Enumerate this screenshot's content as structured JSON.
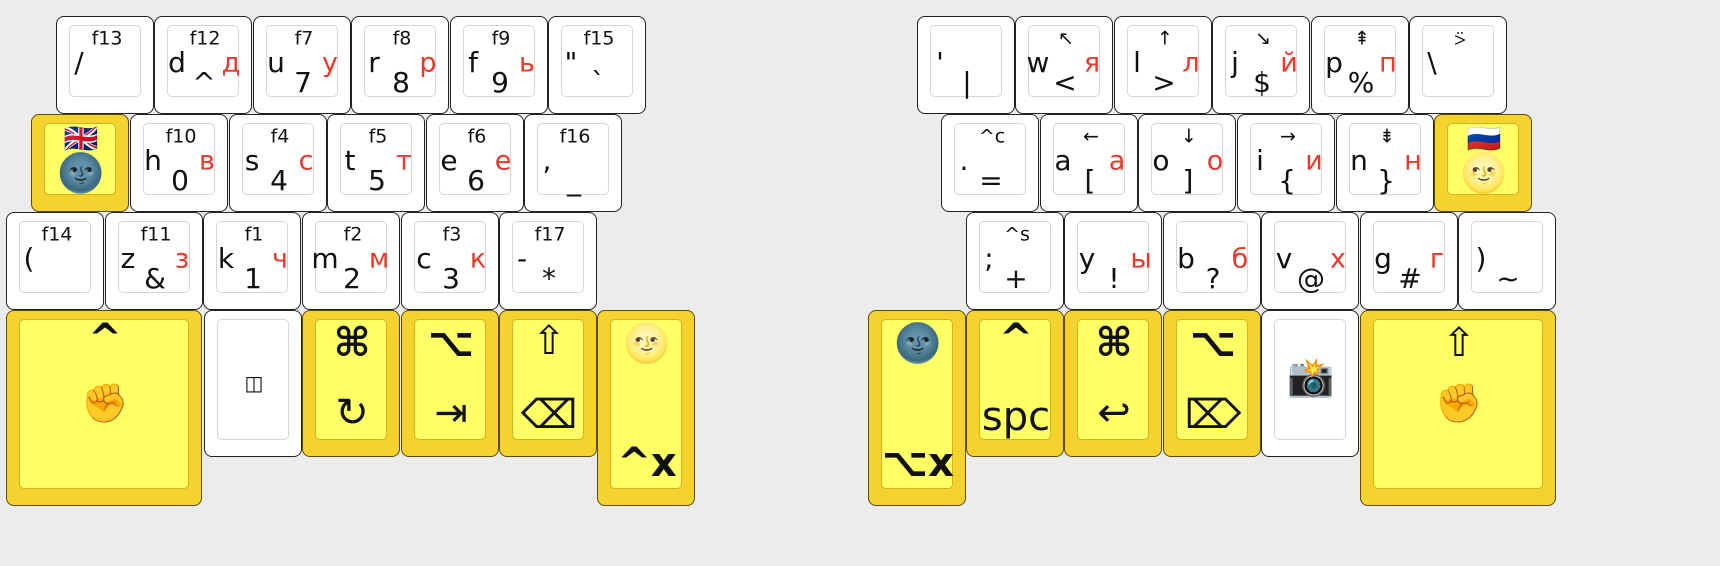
{
  "title": "",
  "colors": {
    "key_bg": "#ffffff",
    "mod_key_bg": "#ffff66",
    "mod_key_rim": "#f6d22e",
    "russian_text": "#e8392b",
    "page_bg": "#ececec"
  },
  "left": {
    "row1": [
      {
        "name": "slash",
        "main": "/",
        "fn": "f13"
      },
      {
        "name": "d",
        "main": "d",
        "fn": "f12",
        "mid": "^",
        "ru": "д"
      },
      {
        "name": "u",
        "main": "u",
        "fn": "f7",
        "mid": "7",
        "ru": "у"
      },
      {
        "name": "r",
        "main": "r",
        "fn": "f8",
        "mid": "8",
        "ru": "р"
      },
      {
        "name": "f",
        "main": "f",
        "fn": "f9",
        "mid": "9",
        "ru": "ь"
      },
      {
        "name": "quote",
        "main": "\"",
        "fn": "f15",
        "mid": "`"
      }
    ],
    "row2": [
      {
        "name": "h",
        "main": "h",
        "fn": "f10",
        "mid": "0",
        "ru": "в"
      },
      {
        "name": "s",
        "main": "s",
        "fn": "f4",
        "mid": "4",
        "ru": "с"
      },
      {
        "name": "t",
        "main": "t",
        "fn": "f5",
        "mid": "5",
        "ru": "т"
      },
      {
        "name": "e",
        "main": "e",
        "fn": "f6",
        "mid": "6",
        "ru": "е"
      },
      {
        "name": "comma",
        "main": ",",
        "fn": "f16",
        "mid": "_"
      }
    ],
    "row3": [
      {
        "name": "paren-open",
        "main": "(",
        "fn": "f14"
      },
      {
        "name": "z",
        "main": "z",
        "fn": "f11",
        "mid": "&",
        "ru": "з"
      },
      {
        "name": "k",
        "main": "k",
        "fn": "f1",
        "mid": "1",
        "ru": "ч"
      },
      {
        "name": "m",
        "main": "m",
        "fn": "f2",
        "mid": "2",
        "ru": "м"
      },
      {
        "name": "c",
        "main": "c",
        "fn": "f3",
        "mid": "3",
        "ru": "к"
      },
      {
        "name": "dash",
        "main": "-",
        "fn": "f17",
        "mid": "*"
      }
    ],
    "layer_key": {
      "flag": "🇬🇧",
      "emoji": "🌚"
    },
    "thumbs": {
      "ctrl": {
        "top": "^",
        "bottom": "✊"
      },
      "window": {
        "label": "◫",
        "icon": "window-layout-icon"
      },
      "cmd": {
        "top": "⌘",
        "bottom": "↻",
        "icon": "undo-icon"
      },
      "opt": {
        "top": "⌥",
        "bottom": "⇥"
      },
      "shift": {
        "top": "⇧",
        "bottom": "⌫"
      },
      "moon": {
        "top": "🌝",
        "bottom": "^x"
      }
    }
  },
  "right": {
    "row1": [
      {
        "name": "apostrophe",
        "main": "'",
        "mid": "|"
      },
      {
        "name": "w",
        "main": "w",
        "fn": "↖",
        "mid": "<",
        "ru": "я"
      },
      {
        "name": "l",
        "main": "l",
        "fn": "↑",
        "mid": ">",
        "ru": "л"
      },
      {
        "name": "j",
        "main": "j",
        "fn": "↘",
        "mid": "$",
        "ru": "й"
      },
      {
        "name": "p",
        "main": "p",
        "fn": "⇞",
        "mid": "%",
        "ru": "п"
      },
      {
        "name": "backslash",
        "main": "\\",
        "fn": "⍩"
      }
    ],
    "row2": [
      {
        "name": "period",
        "main": ".",
        "fn": "^c",
        "mid": "="
      },
      {
        "name": "a",
        "main": "a",
        "fn": "←",
        "mid": "[",
        "ru": "а"
      },
      {
        "name": "o",
        "main": "o",
        "fn": "↓",
        "mid": "]",
        "ru": "о"
      },
      {
        "name": "i",
        "main": "i",
        "fn": "→",
        "mid": "{",
        "ru": "и"
      },
      {
        "name": "n",
        "main": "n",
        "fn": "⇟",
        "mid": "}",
        "ru": "н"
      }
    ],
    "row3": [
      {
        "name": "semicolon",
        "main": ";",
        "fn": "^s",
        "mid": "+"
      },
      {
        "name": "y",
        "main": "y",
        "mid": "!",
        "ru": "ы"
      },
      {
        "name": "b",
        "main": "b",
        "mid": "?",
        "ru": "б"
      },
      {
        "name": "v",
        "main": "v",
        "mid": "@",
        "ru": "х"
      },
      {
        "name": "g",
        "main": "g",
        "mid": "#",
        "ru": "г"
      },
      {
        "name": "paren-close",
        "main": ")",
        "mid": "~"
      }
    ],
    "layer_key": {
      "flag": "🇷🇺",
      "emoji": "🌝"
    },
    "thumbs": {
      "moon": {
        "top": "🌚",
        "bottom": "⌥x"
      },
      "ctrl": {
        "top": "^",
        "bottom": "spc"
      },
      "cmd": {
        "top": "⌘",
        "bottom": "↩"
      },
      "opt": {
        "top": "⌥",
        "bottom": "⌦"
      },
      "camera": {
        "label": "📸"
      },
      "shift": {
        "top": "⇧",
        "bottom": "✊"
      }
    }
  }
}
